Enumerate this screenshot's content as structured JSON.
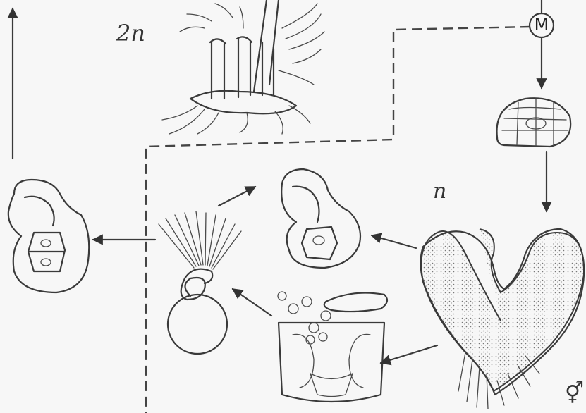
{
  "labels": {
    "diploid": "2n",
    "haploid": "n",
    "meiosis": "M",
    "sex_symbol": "⚥"
  },
  "colors": {
    "ink": "#3a3a3a",
    "background": "#f7f7f7"
  }
}
